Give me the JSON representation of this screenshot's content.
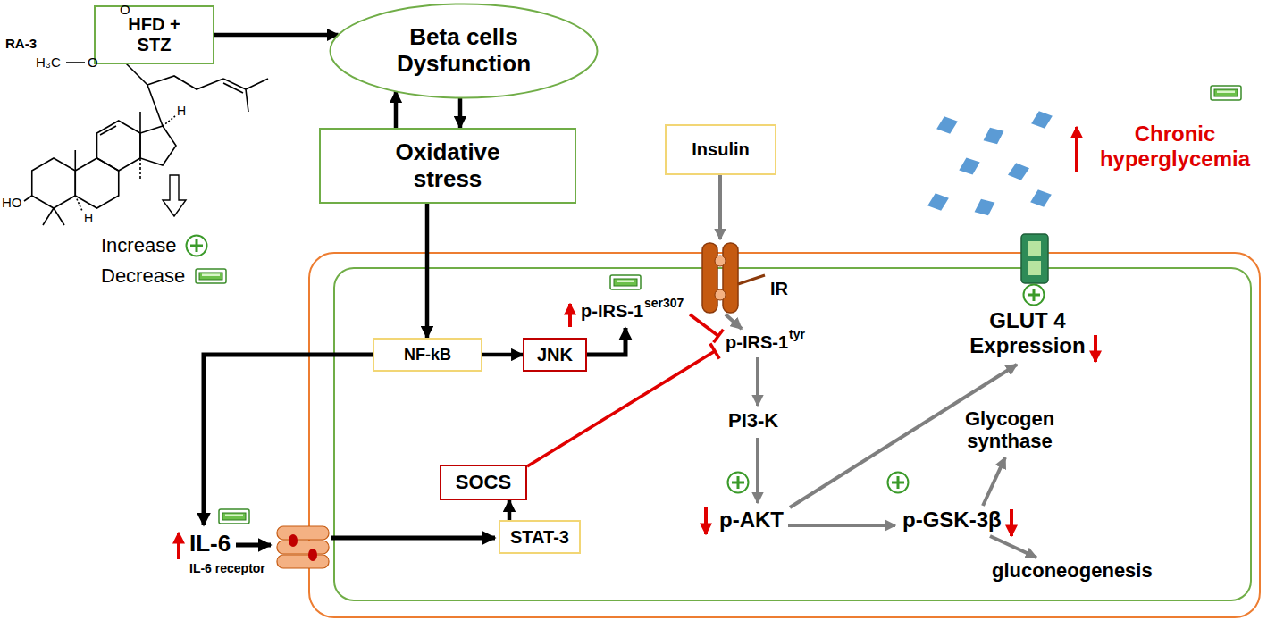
{
  "diagram": {
    "nodes": [
      {
        "text": [
          "HFD + STZ"
        ]
      },
      {
        "text": [
          "Beta cells Dysfunction"
        ]
      },
      {
        "text": [
          "Oxidative stress"
        ]
      },
      {
        "text": [
          "Insulin"
        ]
      },
      {
        "text": [
          "NF-kB"
        ]
      },
      {
        "text": [
          "JNK"
        ]
      },
      {
        "text": [
          "SOCS"
        ]
      },
      {
        "text": [
          "STAT-3"
        ]
      }
    ],
    "edges": [
      {
        "from": 0,
        "to": 1,
        "arrow": "to"
      },
      {
        "from": 2,
        "to": 1,
        "arrow": "to"
      },
      {
        "from": 1,
        "to": 2,
        "arrow": "to"
      },
      {
        "from": 2,
        "to": 4,
        "arrow": "to"
      },
      {
        "from": 4,
        "to": 5,
        "arrow": "to"
      },
      {
        "from": 7,
        "to": 6,
        "arrow": "to"
      }
    ],
    "labels": [
      "RA-3",
      "H₃C",
      "O",
      "O",
      "HO",
      "H",
      "H",
      "IR",
      "Chronic hyperglycemia",
      "p-IRS-1",
      "ser307",
      "p-IRS-1",
      "tyr",
      "GLUT 4 Expression",
      "PI3-K",
      "Glycogen synthase",
      "p-AKT",
      "p-GSK-3β",
      "gluconeogenesis",
      "IL-6",
      "IL-6 receptor"
    ],
    "legend": [
      {
        "text": "Increase"
      },
      {
        "text": "Decrease"
      }
    ]
  }
}
